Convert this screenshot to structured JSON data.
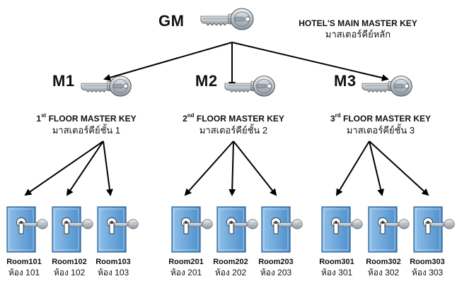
{
  "colors": {
    "tier_code": "#1565b3",
    "arrow": "#000000",
    "lock_fill": "#6aa6dc",
    "lock_stroke": "#2a5d91",
    "key_metal": "#c8cdd2"
  },
  "gm": {
    "code": "GM",
    "title_en": "HOTEL'S MAIN MASTER KEY",
    "title_th": "มาสเตอร์คีย์หลัก",
    "icon": "key-icon"
  },
  "floors": [
    {
      "code": "M1",
      "ordinal": "1",
      "ordinal_suffix": "st",
      "title_rest": " FLOOR MASTER KEY",
      "title_th": "มาสเตอร์คีย์ชั้น 1",
      "rooms": [
        {
          "en": "Room101",
          "th": "ห้อง 101"
        },
        {
          "en": "Room102",
          "th": "ห้อง 102"
        },
        {
          "en": "Room103",
          "th": "ห้อง 103"
        }
      ]
    },
    {
      "code": "M2",
      "ordinal": "2",
      "ordinal_suffix": "nd",
      "title_rest": " FLOOR MASTER KEY",
      "title_th": "มาสเตอร์คีย์ชั้น 2",
      "rooms": [
        {
          "en": "Room201",
          "th": "ห้อง  201"
        },
        {
          "en": "Room202",
          "th": "ห้อง  202"
        },
        {
          "en": "Room203",
          "th": "ห้อง  203"
        }
      ]
    },
    {
      "code": "M3",
      "ordinal": "3",
      "ordinal_suffix": "rd",
      "title_rest": " FLOOR MASTER KEY",
      "title_th": "มาสเตอร์คีย์ชั้น 3",
      "rooms": [
        {
          "en": "Room301",
          "th": "ห้อง  301"
        },
        {
          "en": "Room302",
          "th": "ห้อง  302"
        },
        {
          "en": "Room303",
          "th": "ห้อง  303"
        }
      ]
    }
  ]
}
